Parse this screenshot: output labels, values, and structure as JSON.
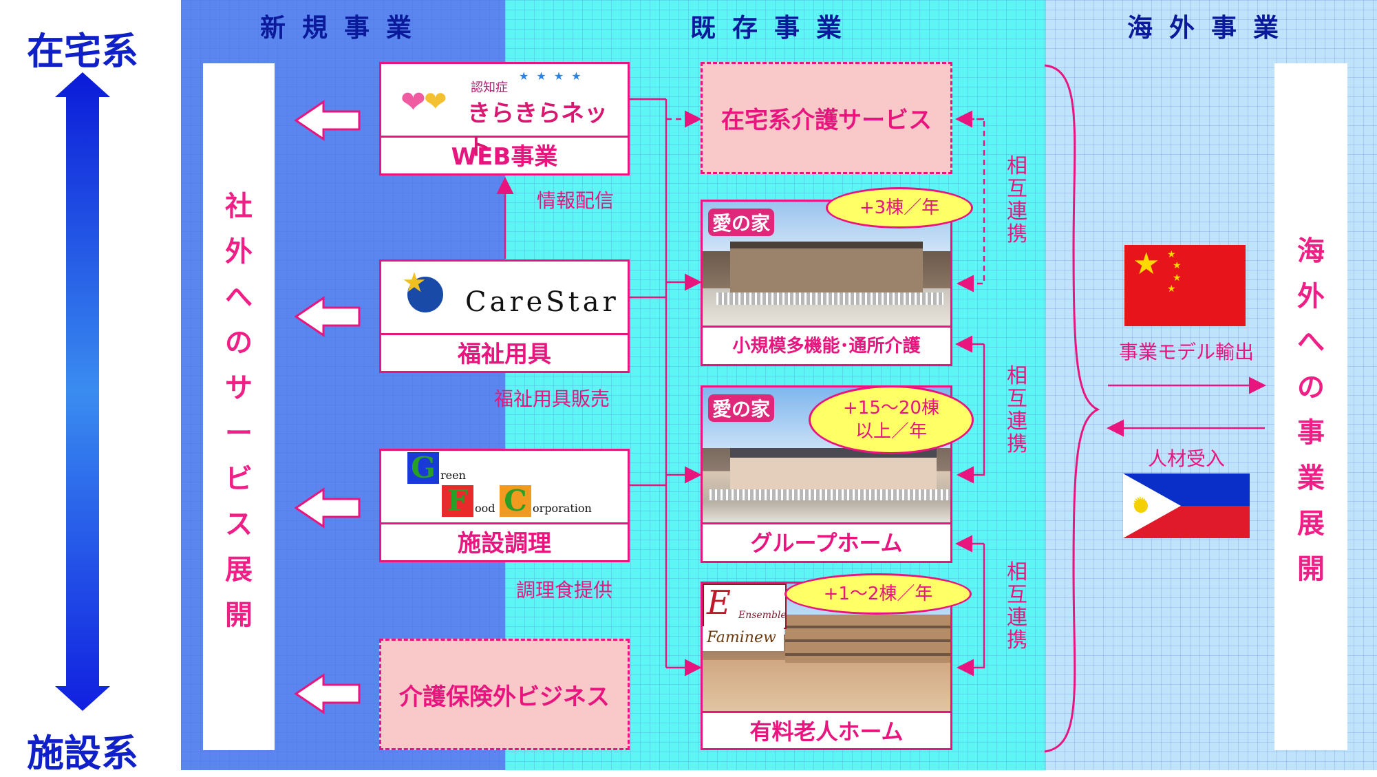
{
  "axis": {
    "top": "在宅系",
    "bottom": "施設系"
  },
  "columns": {
    "new": "新規事業",
    "existing": "既存事業",
    "overseas": "海外事業"
  },
  "left_panel": "社外へのサービス展開",
  "right_panel": "海外への事業展開",
  "new_business": {
    "web": {
      "logo_small": "認知症",
      "logo_main": "きらきらネット",
      "label": "WEB事業",
      "note": "情報配信"
    },
    "welfare": {
      "logo": "CareStar",
      "label": "福祉用具",
      "note": "福祉用具販売"
    },
    "food": {
      "logo_lines": [
        "reen",
        "ood",
        "orporation"
      ],
      "logo_caps": [
        "G",
        "F",
        "C"
      ],
      "label": "施設調理",
      "note": "調理食提供"
    },
    "non_insurance": {
      "label": "介護保険外ビジネス"
    }
  },
  "existing_business": {
    "home_care": {
      "label": "在宅系介護サービス"
    },
    "small_multi": {
      "brand": "愛の家",
      "growth": "+3棟／年",
      "label": "小規模多機能･通所介護"
    },
    "group_home": {
      "brand": "愛の家",
      "growth_lines": [
        "+15～20棟",
        "以上／年"
      ],
      "label": "グループホーム"
    },
    "paid_home": {
      "brand_lines": [
        "Ensemble",
        "Faminew"
      ],
      "brand_cap": "E",
      "growth": "+1～2棟／年",
      "label": "有料老人ホーム"
    },
    "cooperation": "相互連携"
  },
  "overseas": {
    "export": "事業モデル輸出",
    "import": "人材受入"
  },
  "colors": {
    "accent": "#e8157e",
    "axis_text": "#1020c8",
    "header_text": "#0a1a9a",
    "new_bg": "#5b86f0",
    "existing_bg": "#5ef5f5",
    "overseas_bg": "#bfe3fb"
  }
}
